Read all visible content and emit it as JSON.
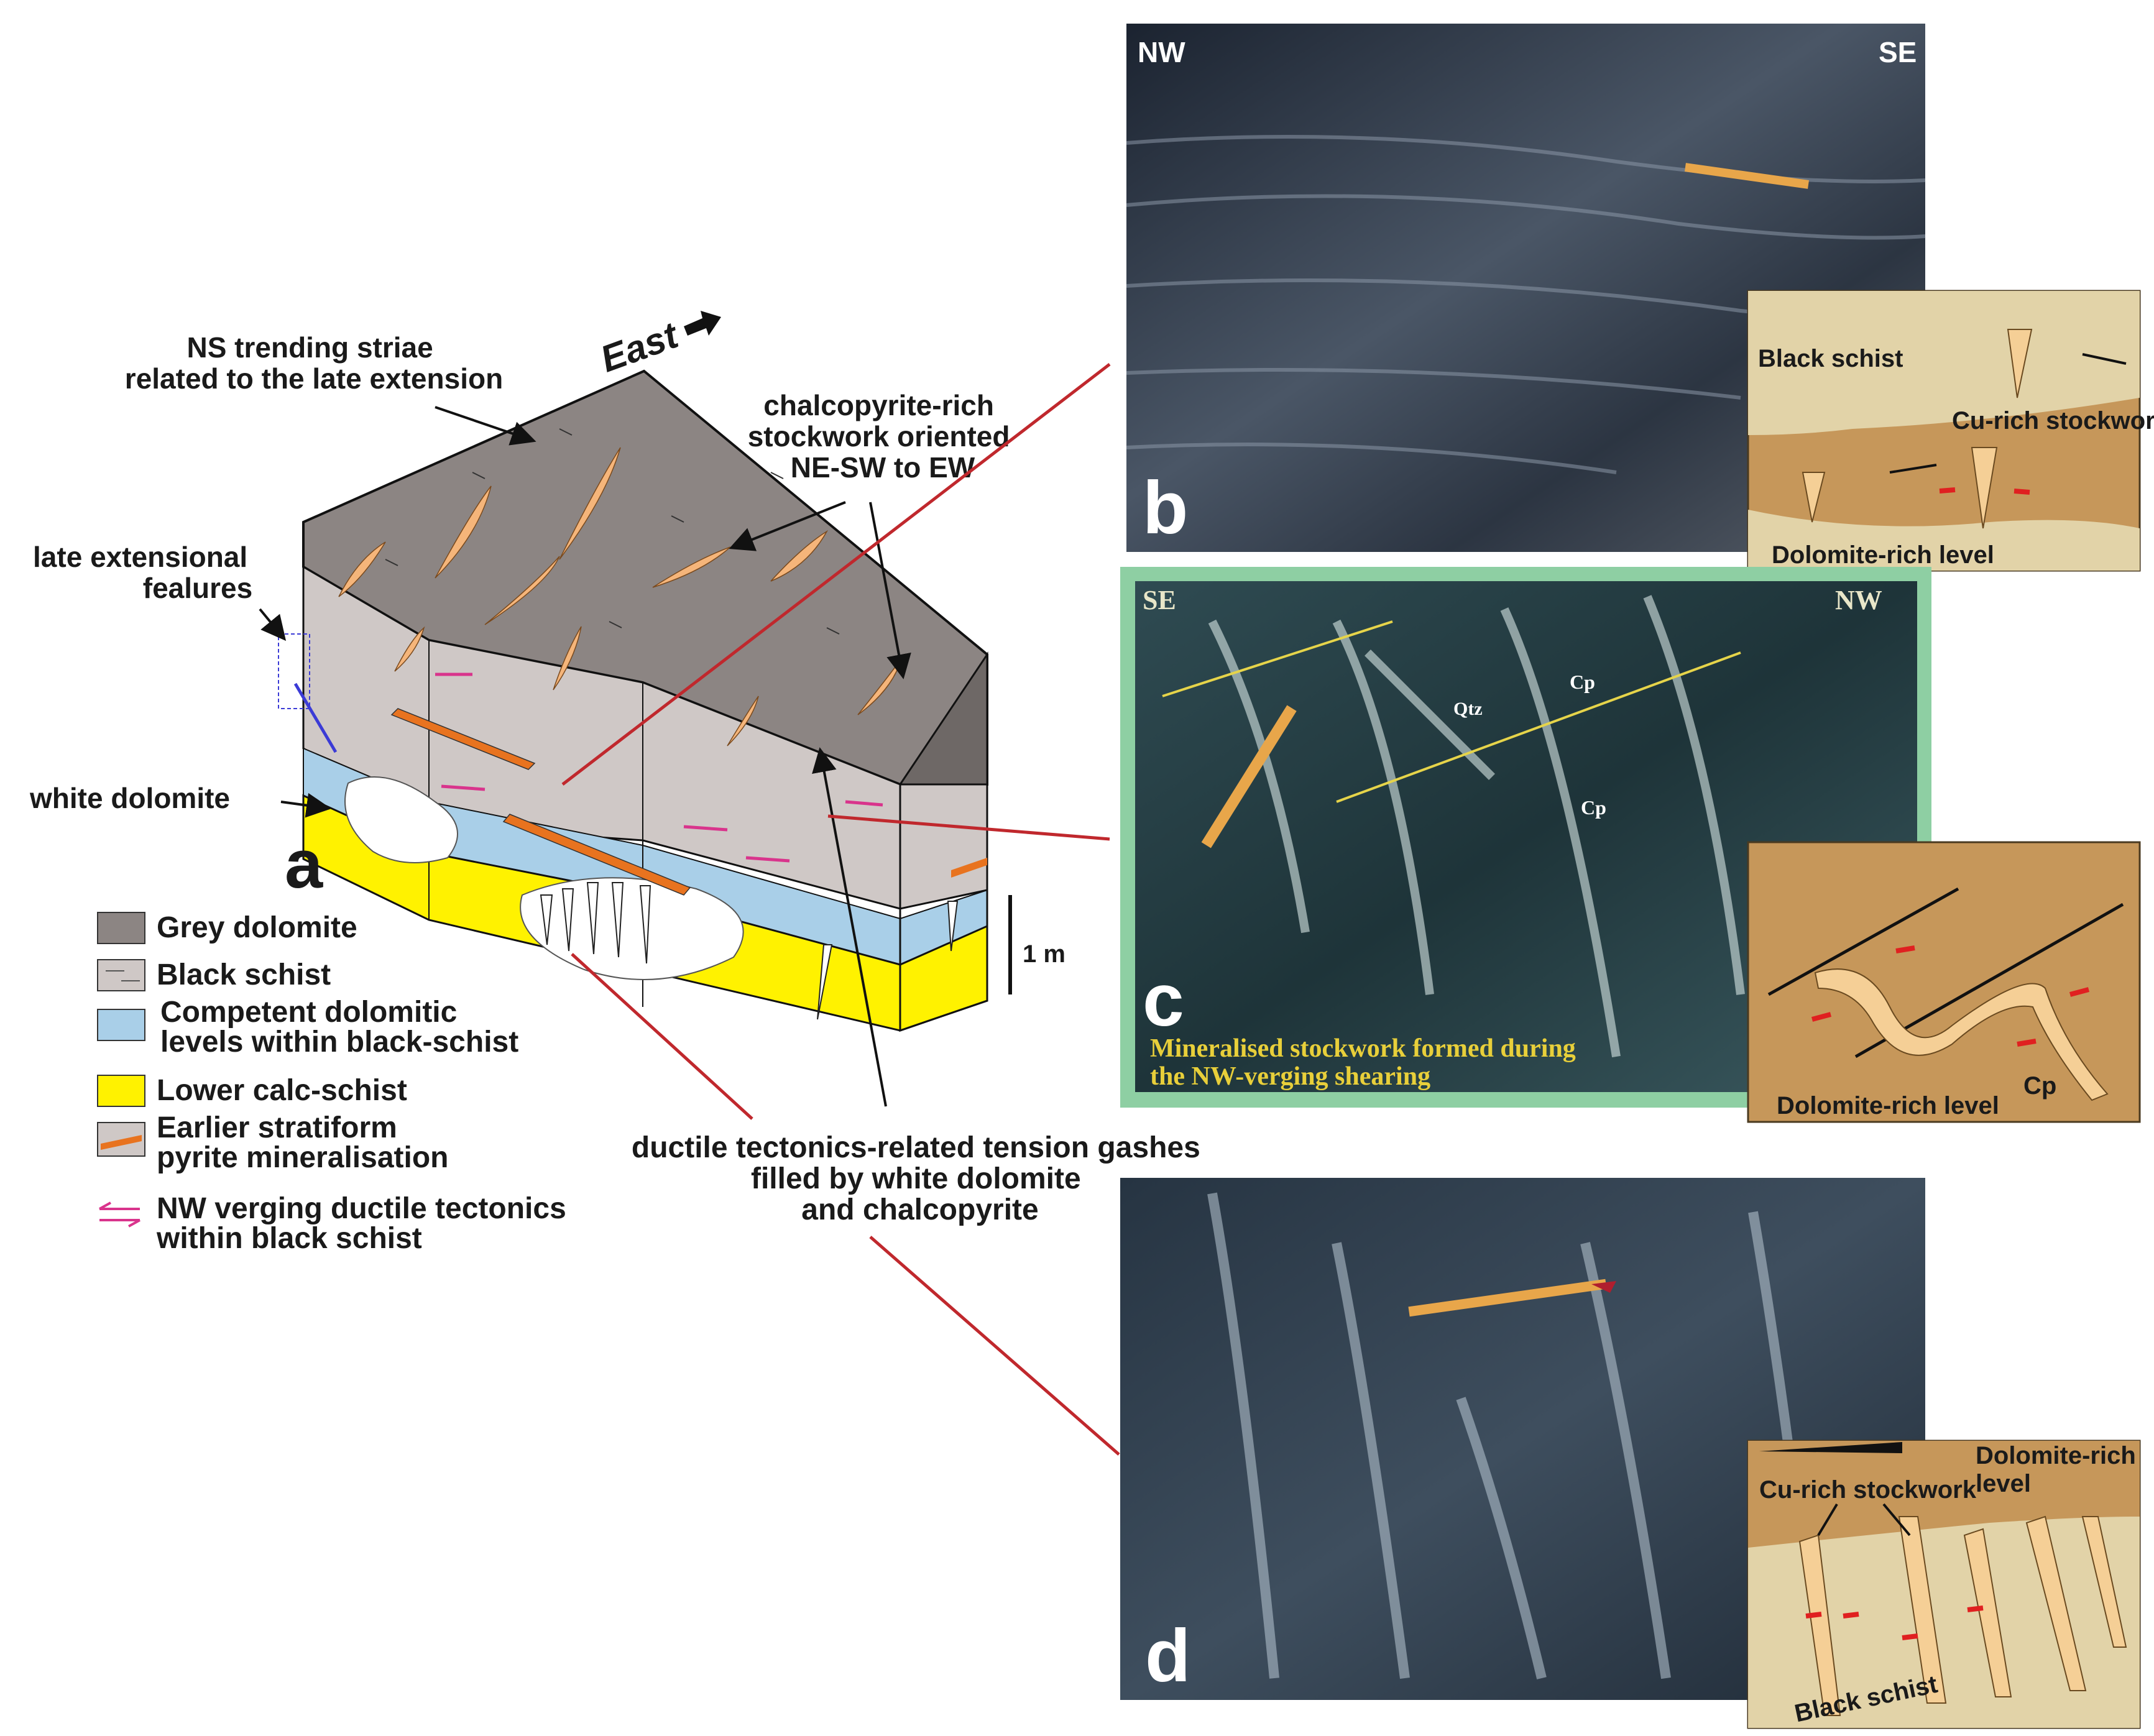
{
  "block_diagram": {
    "panel_letter": "a",
    "direction_label": "East",
    "scale_label": "1 m",
    "callouts": {
      "striae": [
        "NS trending striae",
        "related to the late extension"
      ],
      "stockwork": [
        "chalcopyrite-rich",
        "stockwork oriented",
        "NE-SW to EW"
      ],
      "late_extensional": [
        "late extensional",
        "fealures"
      ],
      "white_dolomite": "white dolomite",
      "tension_gashes": [
        "ductile tectonics-related tension gashes",
        "filled by white dolomite",
        "and chalcopyrite"
      ]
    }
  },
  "legend": {
    "items": [
      {
        "lines": [
          "Grey dolomite"
        ],
        "color": "#8c8583"
      },
      {
        "lines": [
          "Black schist"
        ],
        "color": "#cfc8c6"
      },
      {
        "lines": [
          "Competent dolomitic",
          "levels within black-schist"
        ],
        "color": "#a9cfe8"
      },
      {
        "lines": [
          "Lower calc-schist"
        ],
        "color": "#fff200"
      },
      {
        "lines": [
          "Earlier stratiform",
          "pyrite mineralisation"
        ],
        "color": "#e8731f"
      },
      {
        "lines": [
          "NW verging ductile tectonics",
          "within black schist"
        ],
        "color": "#d9348c"
      }
    ]
  },
  "photo_b": {
    "letter": "b",
    "left_dir": "NW",
    "right_dir": "SE",
    "inset": {
      "upper_label": "Black schist",
      "mid_label": "Cu-rich stockwork",
      "lower_label": "Dolomite-rich level"
    }
  },
  "photo_c": {
    "letter": "c",
    "left_dir": "SE",
    "right_dir": "NW",
    "labels": {
      "qtz": "Qtz",
      "cp1": "Cp",
      "cp2": "Cp"
    },
    "caption": [
      "Mineralised stockwork formed during",
      "the NW-verging shearing"
    ],
    "inset": {
      "lower_label": "Dolomite-rich level",
      "cp_label": "Cp"
    }
  },
  "photo_d": {
    "letter": "d",
    "inset": {
      "dolomite_label": [
        "Dolomite-rich",
        "level"
      ],
      "stockwork_label": "Cu-rich stockwork",
      "schist_label": "Black schist"
    }
  },
  "colors": {
    "leader_red": "#c0282d",
    "grey_dolomite": "#8c8583",
    "black_schist": "#cfc8c6",
    "competent_blue": "#a9cfe8",
    "calc_schist": "#fff200",
    "gash_fill": "#f5b57a",
    "inset_tan": "#c6975a",
    "inset_light": "#e2d3a8",
    "photo_frame_green": "#8ecfa3"
  }
}
